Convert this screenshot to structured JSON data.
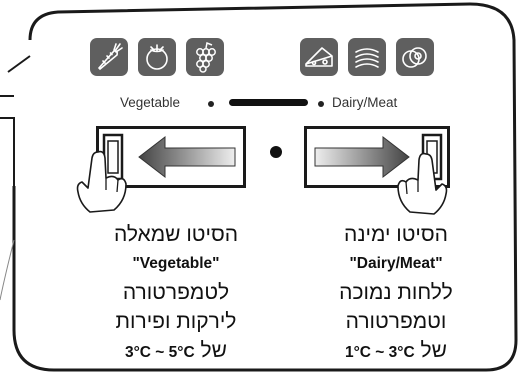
{
  "icons": {
    "vegetable_group": [
      "carrot-icon",
      "tomato-icon",
      "grapes-icon"
    ],
    "dairy_meat_group": [
      "cheese-icon",
      "sausages-icon",
      "meat-icon"
    ]
  },
  "selector": {
    "left_label": "Vegetable",
    "right_label": "Dairy/Meat"
  },
  "instructions": {
    "left": {
      "line1": "הסיטו שמאלה",
      "mode": "\"Vegetable\"",
      "line3": "לטמפרטורה",
      "line4": "לירקות ופירות",
      "temp_prefix": "של",
      "temp_range": "3°C ~ 5°C"
    },
    "right": {
      "line1": "הסיטו ימינה",
      "mode": "\"Dairy/Meat\"",
      "line3": "ללחות נמוכה",
      "line4": "וטמפרטורה",
      "temp_prefix": "של",
      "temp_range": "1°C ~ 3°C"
    }
  },
  "colors": {
    "icon_tile": "#5f5f5f",
    "outline": "#1a1a1a"
  }
}
